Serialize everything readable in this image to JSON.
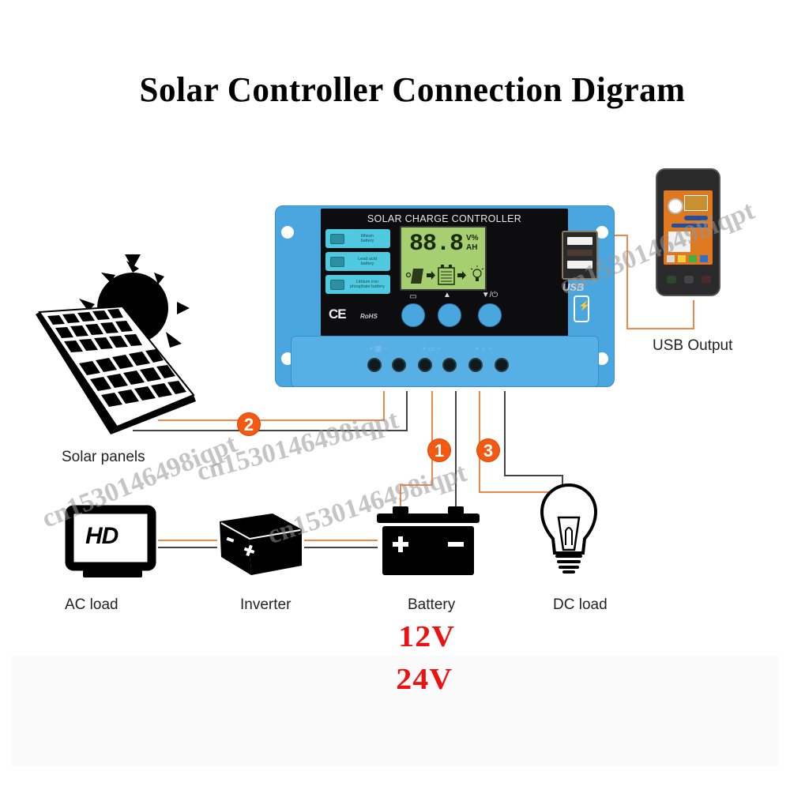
{
  "title": "Solar Controller Connection Digram",
  "controller": {
    "header": "SOLAR CHARGE CONTROLLER",
    "battery_modes": [
      {
        "label_line1": "lithium",
        "label_line2": "battery",
        "icon": "battery-icon"
      },
      {
        "label_line1": "Lead acid",
        "label_line2": "battery",
        "icon": "battery-icon"
      },
      {
        "label_line1": "Lithium iron",
        "label_line2": "phosphate battery",
        "icon": "battery-icon"
      }
    ],
    "lcd": {
      "digits": "88.8",
      "units_top": "V%",
      "units_bottom": "AH",
      "flow_icons": [
        "solar-panel-icon",
        "arrow-right-icon",
        "battery-icon",
        "arrow-right-icon",
        "bulb-icon"
      ]
    },
    "buttons": [
      {
        "label": "▭",
        "name": "menu-button"
      },
      {
        "label": "▲",
        "name": "up-button"
      },
      {
        "label": "▼/⏻",
        "name": "down-power-button"
      }
    ],
    "usb_label": "USB",
    "certifications": [
      "CE",
      "RoHS"
    ],
    "terminal_groups": [
      "+ ▦ −",
      "+ ▭ −",
      "+ ♁ −"
    ],
    "terminal_count": 6,
    "colors": {
      "body": "#4aa6de",
      "face": "#0d0d0f",
      "lcd": "#a6cf72",
      "mode_button": "#4ec9df"
    }
  },
  "components": {
    "solar_panels": "Solar panels",
    "usb_output": "USB Output",
    "ac_load": "AC load",
    "inverter": "Inverter",
    "battery": "Battery",
    "dc_load": "DC load",
    "hd_screen_text": "HD"
  },
  "connection_steps": [
    {
      "number": "1",
      "target": "Battery"
    },
    {
      "number": "2",
      "target": "Solar panels"
    },
    {
      "number": "3",
      "target": "DC load"
    }
  ],
  "voltages": [
    "12V",
    "24V"
  ],
  "wire_colors": {
    "positive": "#f0884a",
    "negative": "#444444"
  },
  "badge_color": "#f25a12",
  "voltage_color": "#ee1111",
  "watermarks": [
    "cn1530146498iqpt",
    "cn1530146498iqpt",
    "cn1530146498iqpt",
    "cn1530146498iqpt"
  ]
}
